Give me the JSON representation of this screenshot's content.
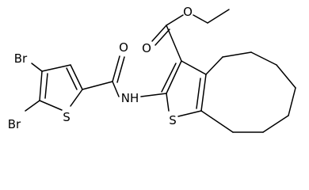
{
  "molecule": {
    "atom_labels": {
      "ester_o_top": "O",
      "ester_o_carbonyl": "O",
      "amide_o": "O",
      "amide_nh": "NH",
      "br_top": "Br",
      "br_bottom": "Br",
      "s_left": "S",
      "s_right": "S"
    }
  }
}
